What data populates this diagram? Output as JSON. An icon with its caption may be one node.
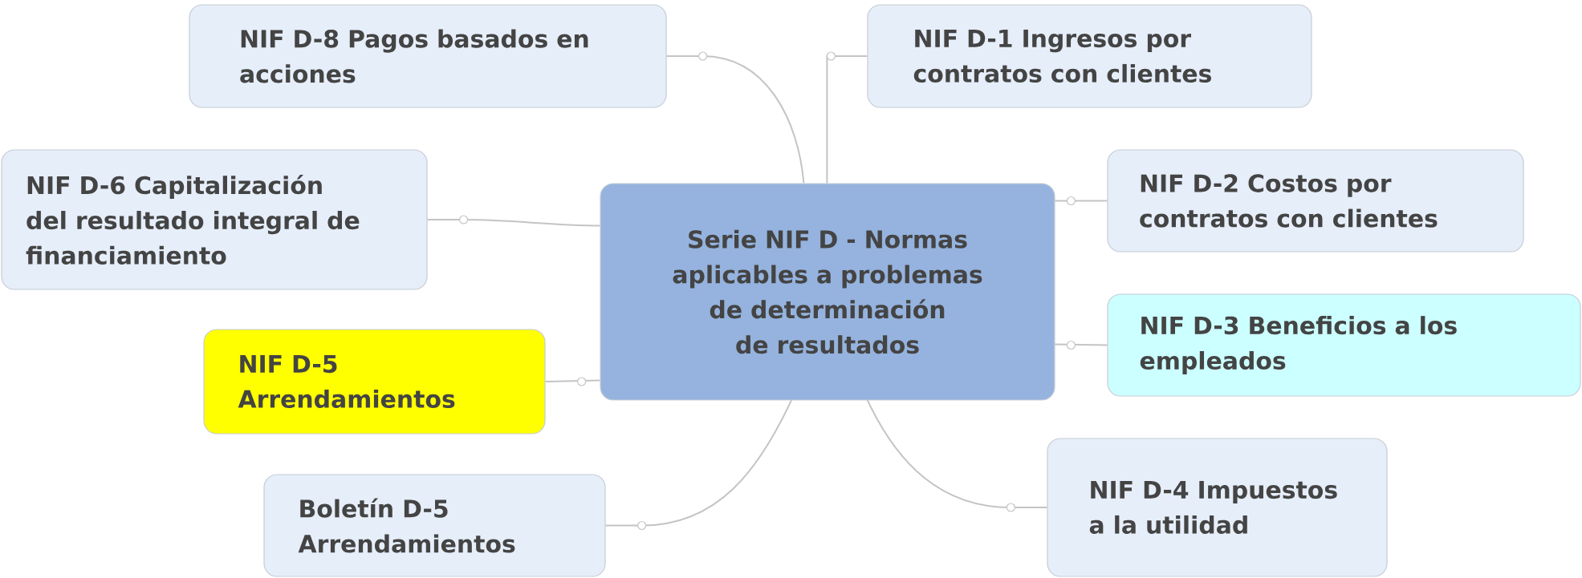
{
  "diagram": {
    "nodes": [
      {
        "text": [
          "Serie NIF D - Normas aplicables a problemas de determinación de resultados"
        ]
      },
      {
        "text": [
          "NIF D-8 Pagos basados en acciones"
        ]
      },
      {
        "text": [
          "NIF D-1 Ingresos por contratos con clientes"
        ]
      },
      {
        "text": [
          "NIF D-6 Capitalización del resultado integral de financiamiento"
        ]
      },
      {
        "text": [
          "NIF D-2 Costos por contratos con clientes"
        ]
      },
      {
        "text": [
          "NIF D-5 Arrendamientos"
        ]
      },
      {
        "text": [
          "NIF D-3 Beneficios a los empleados"
        ]
      },
      {
        "text": [
          "Boletín D-5 Arrendamientos"
        ]
      },
      {
        "text": [
          "NIF D-4 Impuestos a la utilidad"
        ]
      }
    ],
    "edges": [
      {
        "from": 0,
        "to": 1,
        "arrow": "none"
      },
      {
        "from": 0,
        "to": 2,
        "arrow": "none"
      },
      {
        "from": 0,
        "to": 3,
        "arrow": "none"
      },
      {
        "from": 0,
        "to": 4,
        "arrow": "none"
      },
      {
        "from": 0,
        "to": 5,
        "arrow": "none"
      },
      {
        "from": 0,
        "to": 6,
        "arrow": "none"
      },
      {
        "from": 0,
        "to": 7,
        "arrow": "none"
      },
      {
        "from": 0,
        "to": 8,
        "arrow": "none"
      }
    ]
  }
}
